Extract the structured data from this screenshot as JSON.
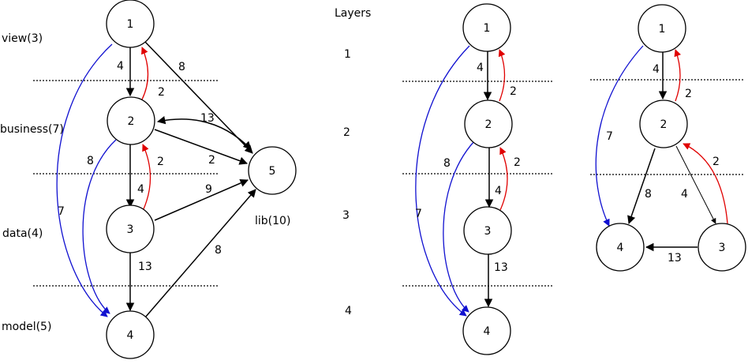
{
  "layers_heading": "Layers",
  "layer_names": [
    "view(3)",
    "business(7)",
    "data(4)",
    "model(5)"
  ],
  "lib_label": "lib(10)",
  "layer_numbers": [
    "1",
    "2",
    "3",
    "4"
  ],
  "graph1": {
    "nodes": [
      "1",
      "2",
      "3",
      "4",
      "5"
    ],
    "weights": {
      "w12": "4",
      "w21": "2",
      "w15": "8",
      "w25": "2",
      "w52": "13",
      "w23": "4",
      "w32": "2",
      "w35": "9",
      "w24": "8",
      "w14": "7",
      "w34": "13",
      "w45": "8"
    }
  },
  "graph2": {
    "nodes": [
      "1",
      "2",
      "3",
      "4"
    ],
    "weights": {
      "w12": "4",
      "w21": "2",
      "w23": "4",
      "w32": "2",
      "w24": "8",
      "w14": "7",
      "w34": "13"
    }
  },
  "graph3": {
    "nodes": [
      "1",
      "2",
      "3",
      "4"
    ],
    "weights": {
      "w12": "4",
      "w21": "2",
      "w14": "7",
      "w24": "8",
      "w23": "4",
      "w32": "2",
      "w34": "13"
    }
  },
  "colors": {
    "black_edge": "#000000",
    "red_edge": "#e00000",
    "blue_edge": "#1010d0"
  }
}
